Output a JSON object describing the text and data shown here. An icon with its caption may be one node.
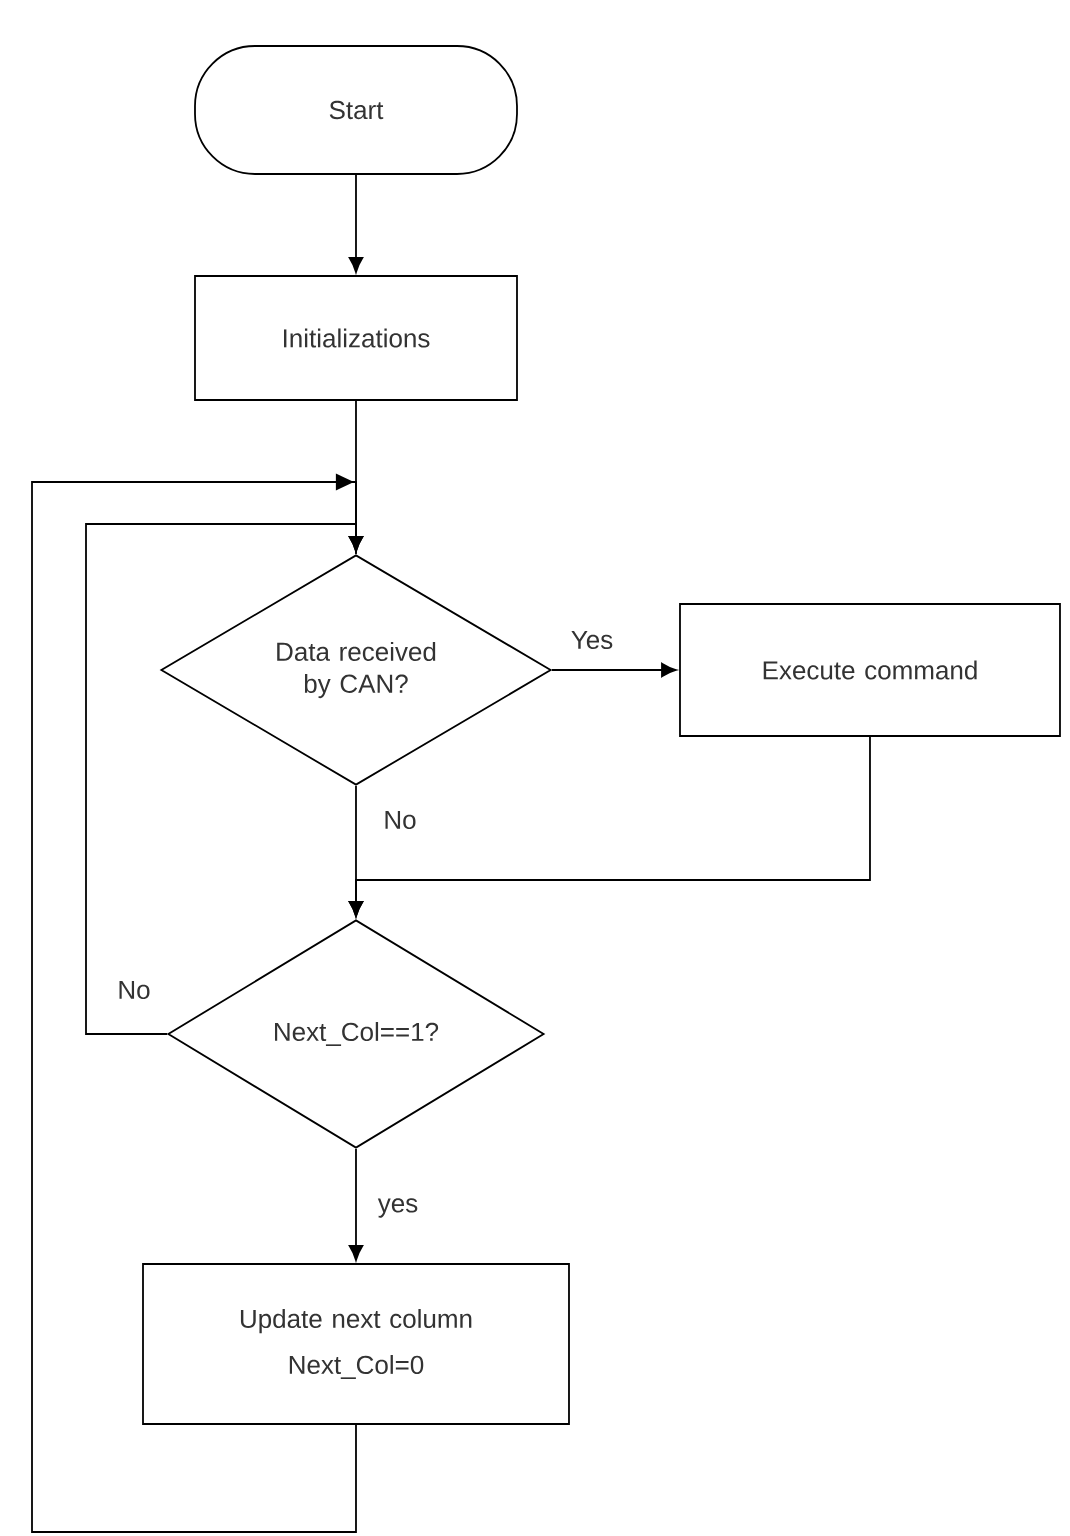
{
  "diagram": {
    "nodes": [
      {
        "text": [
          "Start"
        ]
      },
      {
        "text": [
          "Initializations"
        ]
      },
      {
        "text": [
          "Data received by CAN?"
        ]
      },
      {
        "text": [
          "Execute command"
        ]
      },
      {
        "text": [
          "Next_Col==1?"
        ]
      },
      {
        "text": [
          "Update next column",
          "Next_Col=0"
        ]
      }
    ],
    "edges": [
      {
        "from": 0,
        "to": 1,
        "arrow": "to"
      },
      {
        "from": 1,
        "to": 2,
        "arrow": "to"
      },
      {
        "from": 2,
        "to": 3,
        "arrow": "to",
        "label": "Yes"
      },
      {
        "from": 2,
        "to": 4,
        "arrow": "to",
        "label": "No"
      },
      {
        "from": 3,
        "to": 4,
        "arrow": "to"
      },
      {
        "from": 4,
        "to": 2,
        "arrow": "to",
        "label": "No"
      },
      {
        "from": 4,
        "to": 5,
        "arrow": "to",
        "label": "yes"
      },
      {
        "from": 5,
        "to": 2,
        "arrow": "to"
      }
    ]
  }
}
